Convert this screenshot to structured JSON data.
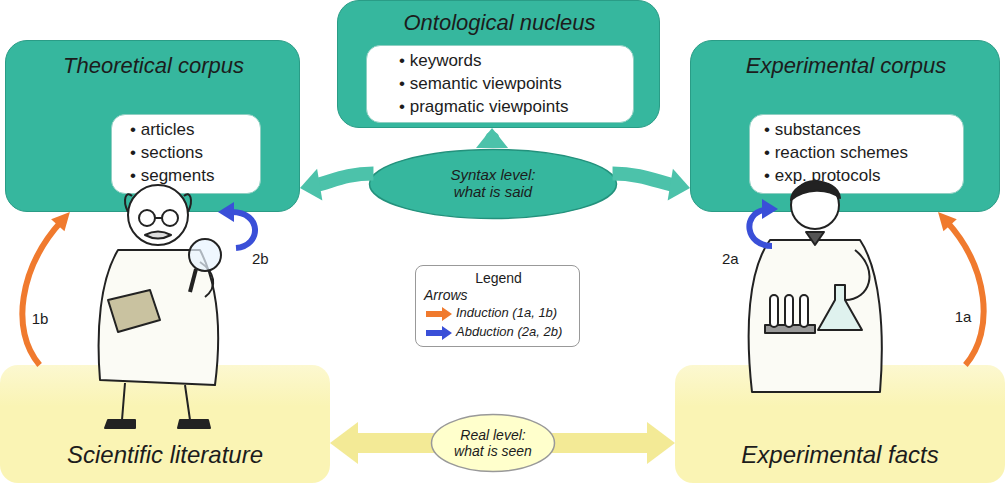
{
  "diagram": {
    "nodes": [
      {
        "text": [
          "Theoretical corpus"
        ]
      },
      {
        "text": [
          "• articles",
          "• sections",
          "• segments"
        ],
        "in": 0
      },
      {
        "text": [
          "Ontological nucleus"
        ]
      },
      {
        "text": [
          "• keywords",
          "• semantic viewpoints",
          "• pragmatic viewpoints"
        ],
        "in": 2
      },
      {
        "text": [
          "Experimental corpus"
        ]
      },
      {
        "text": [
          "• substances",
          "• reaction schemes",
          "• exp. protocols"
        ],
        "in": 4
      },
      {
        "text": [
          "Syntax level: what is said"
        ]
      },
      {
        "text": [
          "Legend",
          "Arrows"
        ]
      },
      {
        "text": [
          "Scientific literature"
        ]
      },
      {
        "text": [
          "Experimental facts"
        ]
      },
      {
        "text": [
          "Real level: what is seen"
        ]
      }
    ],
    "edges": [
      {
        "from": 6,
        "to": 0,
        "arrow": "to"
      },
      {
        "from": 6,
        "to": 2,
        "arrow": "to"
      },
      {
        "from": 6,
        "to": 4,
        "arrow": "to"
      },
      {
        "from": 8,
        "to": 0,
        "arrow": "to",
        "label": "1b"
      },
      {
        "from": 9,
        "to": 4,
        "arrow": "to",
        "label": "1a"
      },
      {
        "from": 8,
        "to": 9,
        "arrow": "both"
      }
    ],
    "labels": [
      "2b",
      "2a"
    ],
    "legend": [
      {
        "text": "Induction (1a, 1b)",
        "color": "#f07a2e"
      },
      {
        "text": "Abduction (2a, 2b)",
        "color": "#3a4fd8"
      }
    ]
  }
}
